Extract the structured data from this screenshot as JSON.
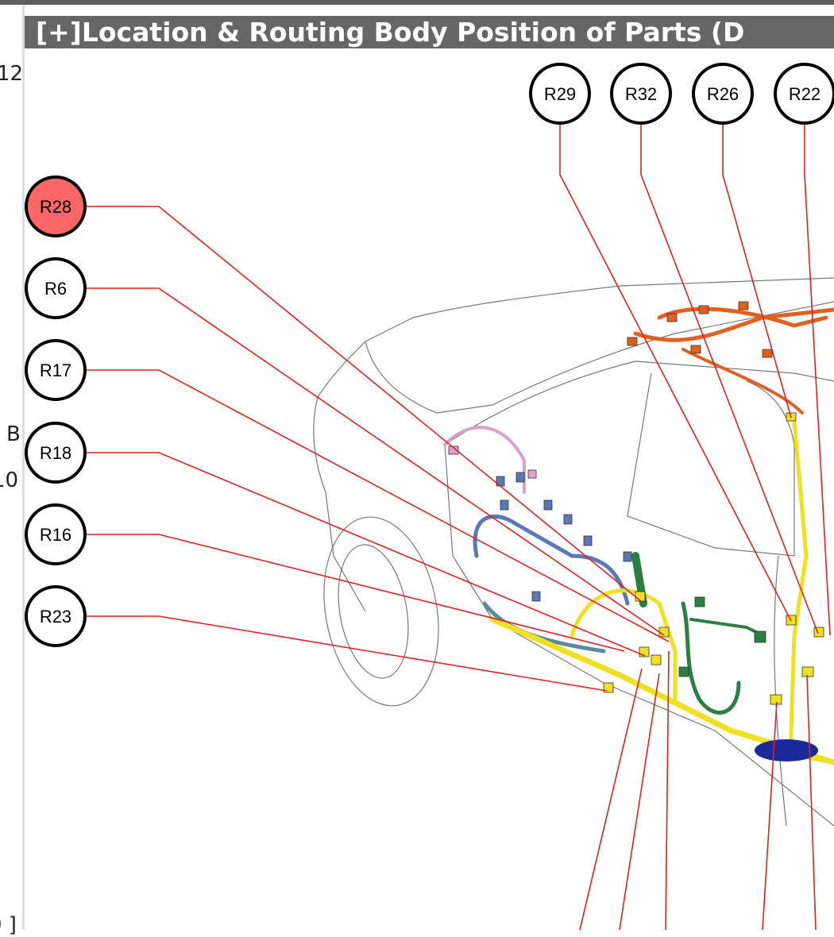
{
  "title": {
    "toggle": "[+]",
    "text": "Location & Routing  Body  Position of Parts (D"
  },
  "side_fragments": [
    "12",
    "B",
    "10",
    "0 ]"
  ],
  "callouts_left": [
    {
      "label": "R28",
      "highlighted": true
    },
    {
      "label": "R6",
      "highlighted": false
    },
    {
      "label": "R17",
      "highlighted": false
    },
    {
      "label": "R18",
      "highlighted": false
    },
    {
      "label": "R16",
      "highlighted": false
    },
    {
      "label": "R23",
      "highlighted": false
    }
  ],
  "callouts_top": [
    {
      "label": "R29"
    },
    {
      "label": "R32"
    },
    {
      "label": "R26"
    },
    {
      "label": "R22"
    }
  ],
  "colors": {
    "highlight": "#ff6666",
    "leader": "#e02020",
    "title_bg": "#666666"
  }
}
